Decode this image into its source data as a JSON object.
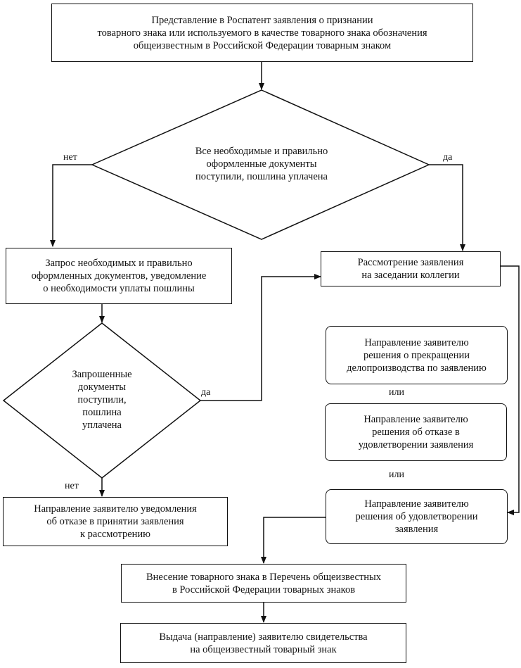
{
  "start_box": [
    "Представление в Роспатент заявления о признании",
    "товарного знака или используемого в качестве товарного знака обозначения",
    "общеизвестным в Российской Федерации товарным знаком"
  ],
  "decision_main": [
    "Все необходимые и правильно",
    "оформленные документы",
    "поступили, пошлина уплачена"
  ],
  "label_no_1": "нет",
  "label_yes_1": "да",
  "request_box": [
    "Запрос необходимых и правильно",
    "оформленных документов, уведомление",
    "о необходимости уплаты пошлины"
  ],
  "review_box": [
    "Рассмотрение заявления",
    "на заседании коллегии"
  ],
  "decision_requested": [
    "Запрошенные",
    "документы",
    "поступили,",
    "пошлина",
    "уплачена"
  ],
  "label_yes_2": "да",
  "label_no_2": "нет",
  "outcome_terminate": [
    "Направление заявителю",
    "решения о прекращении",
    "делопроизводства по заявлению"
  ],
  "or_1": "или",
  "outcome_refuse": [
    "Направление заявителю",
    "решения об отказе в",
    "удовлетворении заявления"
  ],
  "or_2": "или",
  "outcome_grant": [
    "Направление заявителю",
    "решения об удовлетворении",
    "заявления"
  ],
  "reject_box": [
    "Направление заявителю уведомления",
    "об отказе в принятии заявления",
    "к рассмотрению"
  ],
  "register_box": [
    "Внесение товарного знака в Перечень общеизвестных",
    "в Российской Федерации товарных знаков"
  ],
  "certificate_box": [
    "Выдача (направление) заявителю свидетельства",
    "на общеизвестный товарный знак"
  ]
}
